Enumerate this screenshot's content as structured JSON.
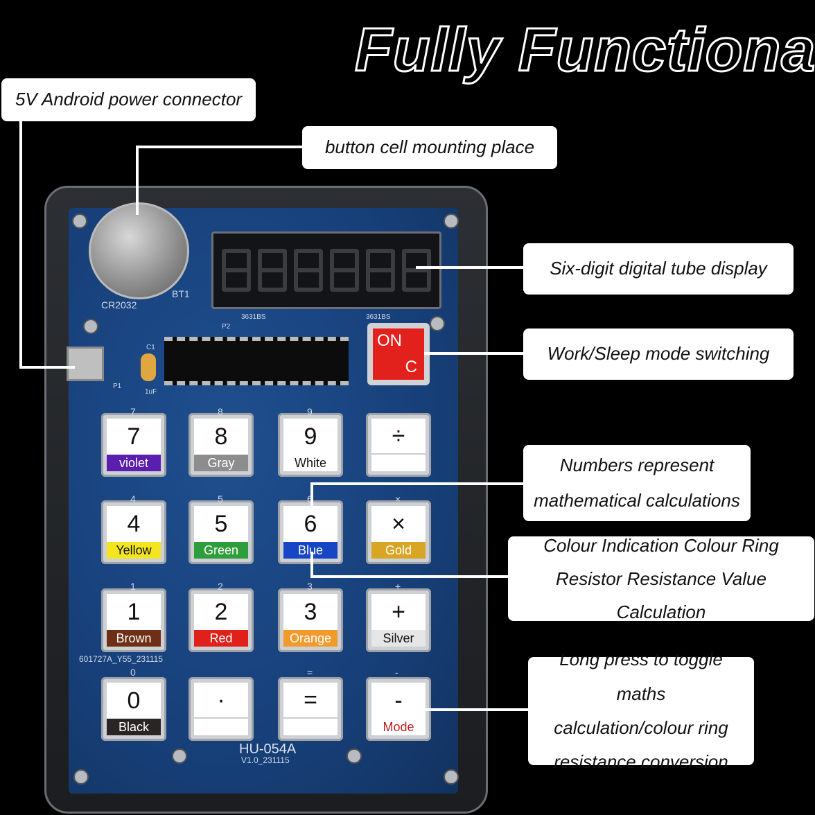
{
  "headline": "Fully Functional",
  "callouts": {
    "power": "5V Android power connector",
    "cell": "button cell mounting place",
    "display": "Six-digit digital tube display",
    "mode": "Work/Sleep mode switching",
    "numbers": [
      "Numbers represent",
      "mathematical calculations"
    ],
    "colour": [
      "Colour Indication Colour Ring",
      "Resistor Resistance Value Calculation"
    ],
    "longpress": [
      "Long press to toggle maths",
      "calculation/colour ring",
      "resistance conversion"
    ]
  },
  "board": {
    "model": "HU-054A",
    "version": "V1.0_231115",
    "serial": "601727A_Y55_231115",
    "battery": "CR2032",
    "bt": "BT1",
    "cap_label": "C1",
    "cap_value": "1uF",
    "p1": "P1",
    "p2": "P2",
    "seg_label": "3631BS"
  },
  "on_button": {
    "top": "ON",
    "bottom": "C"
  },
  "keys": [
    {
      "sym": "7",
      "col": "violet",
      "color": "#5b1fb0"
    },
    {
      "sym": "8",
      "col": "Gray",
      "color": "#8d8d8d"
    },
    {
      "sym": "9",
      "col": "White",
      "color": "#ffffff"
    },
    {
      "sym": "÷",
      "col": "",
      "color": "#ffffff"
    },
    {
      "sym": "4",
      "col": "Yellow",
      "color": "#f3e51f"
    },
    {
      "sym": "5",
      "col": "Green",
      "color": "#2e9e3a"
    },
    {
      "sym": "6",
      "col": "Blue",
      "color": "#1746c4"
    },
    {
      "sym": "×",
      "col": "Gold",
      "color": "#d9a524"
    },
    {
      "sym": "1",
      "col": "Brown",
      "color": "#6e2f16"
    },
    {
      "sym": "2",
      "col": "Red",
      "color": "#e0201b"
    },
    {
      "sym": "3",
      "col": "Orange",
      "color": "#f29a2c"
    },
    {
      "sym": "+",
      "col": "Silver",
      "color": "#e6e6e6"
    },
    {
      "sym": "0",
      "col": "Black",
      "color": "#2a2525"
    },
    {
      "sym": "·",
      "col": "",
      "color": "#ffffff"
    },
    {
      "sym": "=",
      "col": "",
      "color": "#ffffff"
    },
    {
      "sym": "-",
      "col": "Mode",
      "color": "#ffffff"
    }
  ],
  "silk_labels": [
    "7",
    "8",
    "9",
    "",
    "4",
    "5",
    "6",
    "×",
    "1",
    "2",
    "3",
    "+",
    "0",
    "",
    "=",
    "-"
  ]
}
